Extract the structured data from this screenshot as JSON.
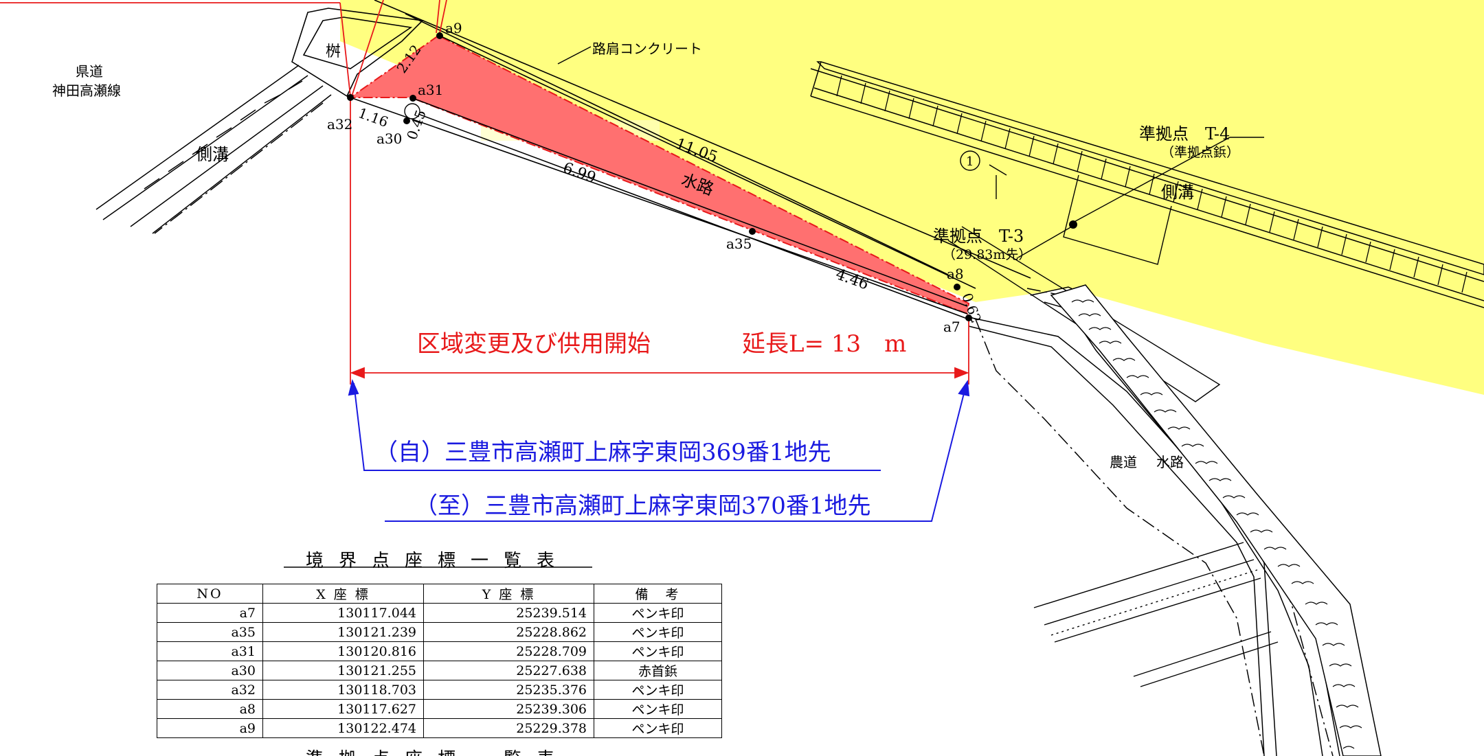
{
  "colors": {
    "road_area": "#ffff80",
    "change_area": "#ff7070",
    "dimension_red": "#e8191a",
    "leader_blue": "#1a1ae0",
    "text": "#000000"
  },
  "labels": {
    "route_line1": "県道",
    "route_line2": "神田高瀬線",
    "masu": "桝",
    "side_ditch_left": "側溝",
    "side_ditch_right": "側溝",
    "shoulder_concrete": "路肩コンクリート",
    "waterway": "水路",
    "farm_road": "農道",
    "farm_waterway": "水路",
    "circle_no": "1",
    "ref_t4_name": "準拠点　T-4",
    "ref_t4_note": "（準拠点鋲）",
    "ref_t3_name": "準拠点　T-3",
    "ref_t3_note": "（29.83m先）",
    "main_red": "区域変更及び供用開始",
    "length_label": "延長L= 13　m",
    "from_text": "（自）三豊市高瀬町上麻字東岡369番1地先",
    "to_text": "（至）三豊市高瀬町上麻字東岡370番1地先"
  },
  "points": [
    {
      "name": "a9",
      "label": "a9"
    },
    {
      "name": "a31",
      "label": "a31"
    },
    {
      "name": "a32",
      "label": "a32"
    },
    {
      "name": "a30",
      "label": "a30"
    },
    {
      "name": "a35",
      "label": "a35"
    },
    {
      "name": "a8",
      "label": "a8"
    },
    {
      "name": "a7",
      "label": "a7"
    }
  ],
  "dimensions": {
    "d1": "2.12",
    "d2": "1.16",
    "d3": "0.45",
    "d4": "11.05",
    "d5": "6.99",
    "d6": "4.46",
    "d7": "0.62"
  },
  "coord_table": {
    "title": "境界点座標一覧表",
    "headers": [
      "NO",
      "X 座 標",
      "Y 座 標",
      "備　考"
    ],
    "rows": [
      [
        "a7",
        "130117.044",
        "25239.514",
        "ペンキ印"
      ],
      [
        "a35",
        "130121.239",
        "25228.862",
        "ペンキ印"
      ],
      [
        "a31",
        "130120.816",
        "25228.709",
        "ペンキ印"
      ],
      [
        "a30",
        "130121.255",
        "25227.638",
        "赤首鋲"
      ],
      [
        "a32",
        "130118.703",
        "25235.376",
        "ペンキ印"
      ],
      [
        "a8",
        "130117.627",
        "25239.306",
        "ペンキ印"
      ],
      [
        "a9",
        "130122.474",
        "25229.378",
        "ペンキ印"
      ]
    ]
  },
  "ref_table": {
    "title": "準拠点座標一覧表"
  }
}
